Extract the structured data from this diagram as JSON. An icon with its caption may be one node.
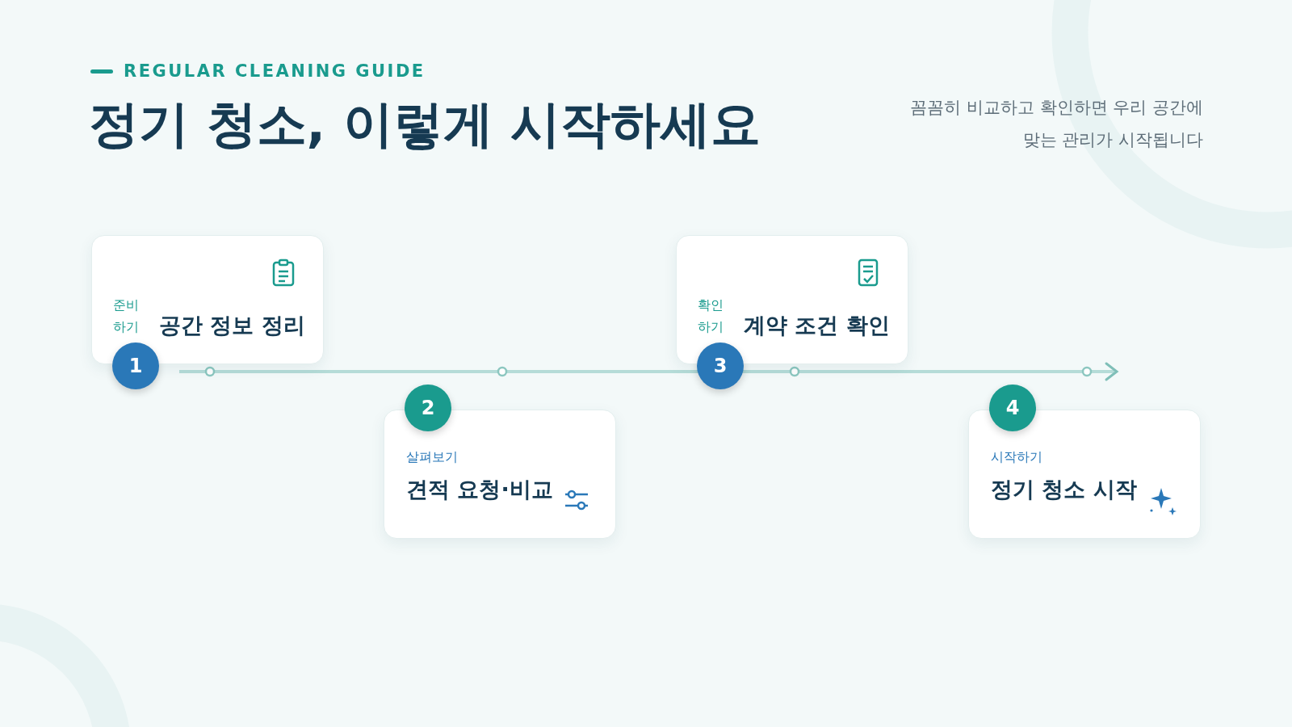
{
  "diagram": {
    "title": "정기 청소, 이렇게 시작하세요",
    "nodes": [
      {
        "text": [
          "준비하기",
          "공간 정보 정리"
        ]
      },
      {
        "text": [
          "1"
        ]
      },
      {
        "text": [
          "3"
        ]
      },
      {
        "text": [
          "확인하기",
          "계약 조건 확인"
        ]
      },
      {
        "text": [
          "2"
        ]
      },
      {
        "text": [
          "4"
        ]
      },
      {
        "text": [
          "살펴보기",
          "견적 요청·비교"
        ]
      },
      {
        "text": [
          "시작하기",
          "정기 청소 시작"
        ]
      }
    ],
    "edges": [],
    "labels": [
      "REGULAR CLEANING GUIDE",
      "꼼꼼히 비교하고 확인하면 우리 공간에 맞는 관리가 시작됩니다"
    ]
  }
}
